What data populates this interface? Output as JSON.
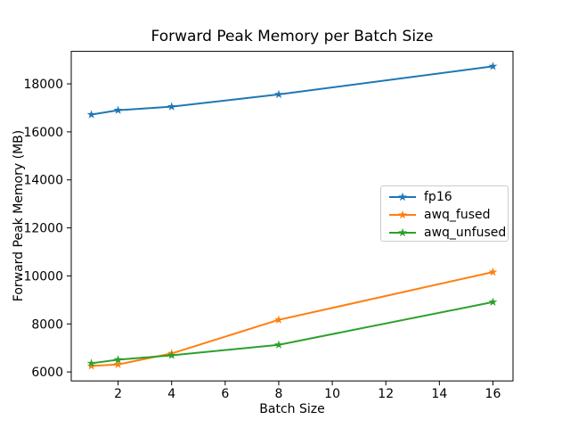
{
  "figure": {
    "background_color": "#ffffff",
    "text_color": "#000000",
    "axis_color": "#000000",
    "legend_border_color": "#cccccc"
  },
  "chart_data": {
    "type": "line",
    "title": "Forward Peak Memory per Batch Size",
    "xlabel": "Batch Size",
    "ylabel": "Forward Peak Memory (MB)",
    "x": [
      1,
      2,
      4,
      8,
      16
    ],
    "series": [
      {
        "name": "fp16",
        "color": "#1f77b4",
        "values": [
          16720,
          16900,
          17050,
          17560,
          18730
        ]
      },
      {
        "name": "awq_fused",
        "color": "#ff7f0e",
        "values": [
          6250,
          6310,
          6770,
          8170,
          10160
        ]
      },
      {
        "name": "awq_unfused",
        "color": "#2ca02c",
        "values": [
          6360,
          6510,
          6690,
          7130,
          8910
        ]
      }
    ],
    "marker": "star",
    "xlim": [
      0.25,
      16.75
    ],
    "ylim": [
      5626,
      19354
    ],
    "xticks": [
      2,
      4,
      6,
      8,
      10,
      12,
      14,
      16
    ],
    "yticks": [
      6000,
      8000,
      10000,
      12000,
      14000,
      16000,
      18000
    ],
    "grid": false,
    "legend_position": "center right"
  }
}
